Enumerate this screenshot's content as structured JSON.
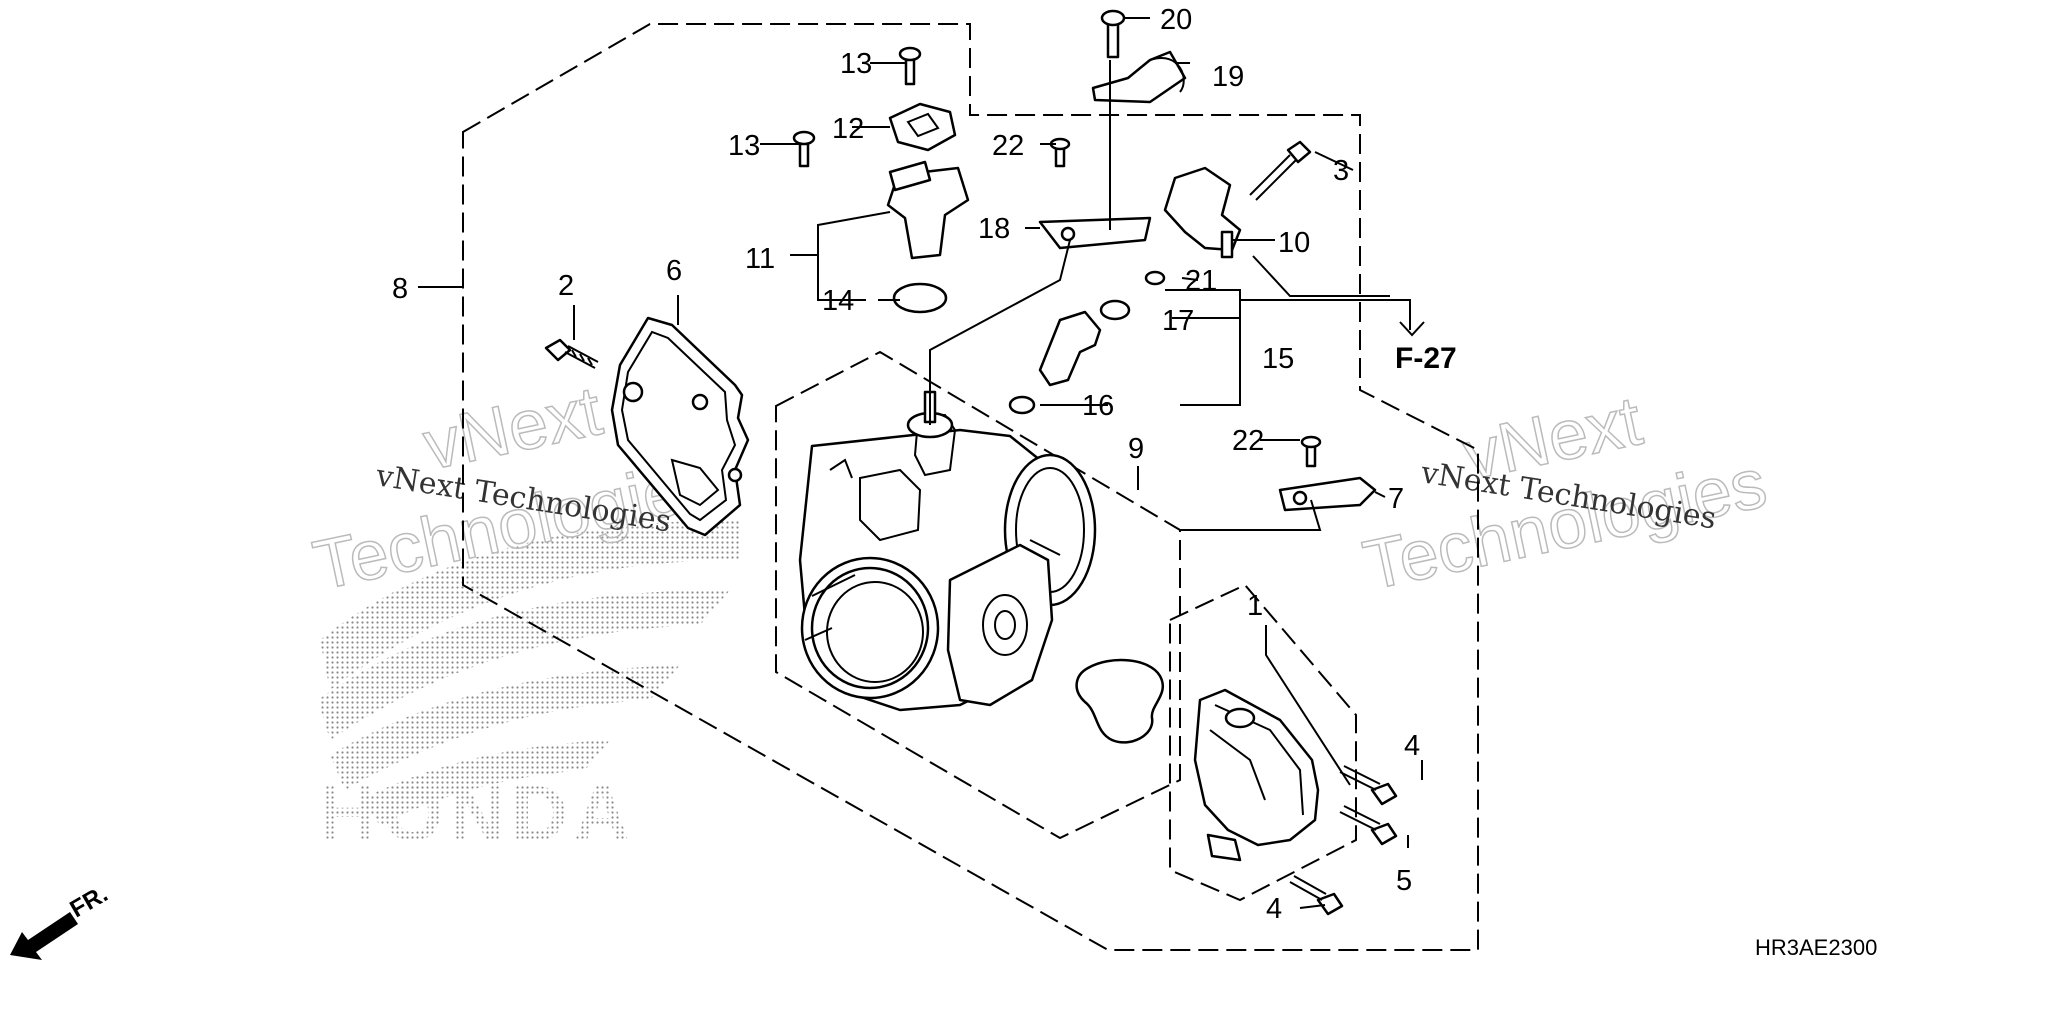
{
  "diagram": {
    "callouts": [
      {
        "id": "c1",
        "text": "1"
      },
      {
        "id": "c2",
        "text": "2"
      },
      {
        "id": "c3",
        "text": "3"
      },
      {
        "id": "c4a",
        "text": "4"
      },
      {
        "id": "c4b",
        "text": "4"
      },
      {
        "id": "c5",
        "text": "5"
      },
      {
        "id": "c6",
        "text": "6"
      },
      {
        "id": "c7",
        "text": "7"
      },
      {
        "id": "c8",
        "text": "8"
      },
      {
        "id": "c9",
        "text": "9"
      },
      {
        "id": "c10",
        "text": "10"
      },
      {
        "id": "c11",
        "text": "11"
      },
      {
        "id": "c12",
        "text": "12"
      },
      {
        "id": "c13a",
        "text": "13"
      },
      {
        "id": "c13b",
        "text": "13"
      },
      {
        "id": "c14",
        "text": "14"
      },
      {
        "id": "c15",
        "text": "15"
      },
      {
        "id": "c16",
        "text": "16"
      },
      {
        "id": "c17",
        "text": "17"
      },
      {
        "id": "c18",
        "text": "18"
      },
      {
        "id": "c19",
        "text": "19"
      },
      {
        "id": "c20",
        "text": "20"
      },
      {
        "id": "c21",
        "text": "21"
      },
      {
        "id": "c22a",
        "text": "22"
      },
      {
        "id": "c22b",
        "text": "22"
      }
    ],
    "cross_reference": "F-27",
    "front_indicator": "FR.",
    "diagram_code": "HR3AE2300",
    "watermarks": {
      "brand_line": "vNext Technologies",
      "big_word_1": "vNext",
      "big_word_2": "Technologies",
      "logo_text": "HONDA"
    }
  }
}
